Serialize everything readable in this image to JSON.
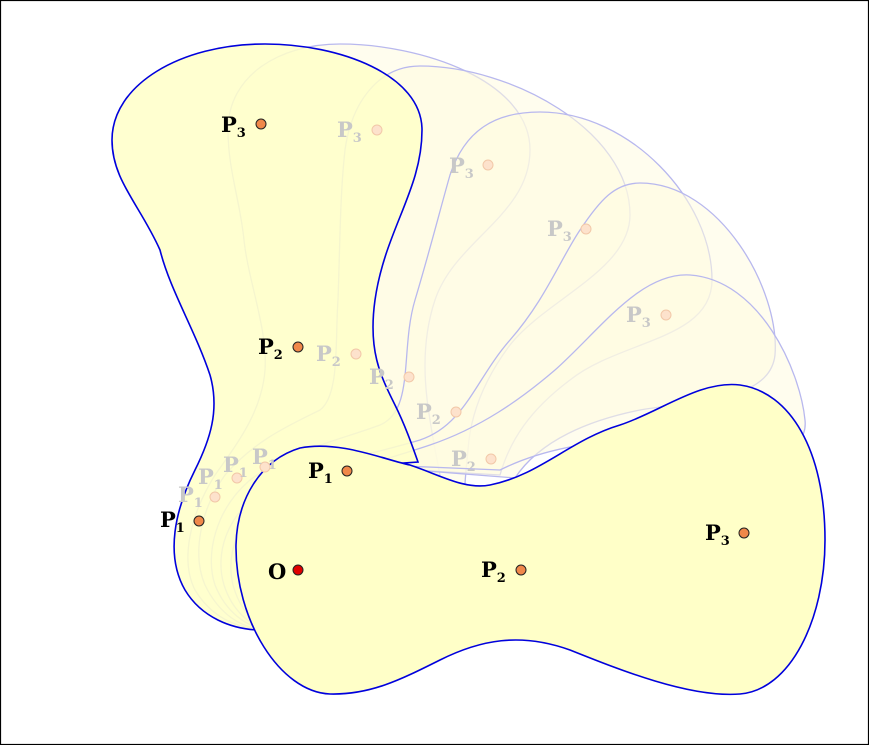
{
  "labels": {
    "origin": "O",
    "p1": "P",
    "p2": "P",
    "p3": "P",
    "sub1": "1",
    "sub2": "2",
    "sub3": "3"
  },
  "colors": {
    "fill": "#ffffc8",
    "outline": "#0000dd",
    "ghost_outline": "#b8b8ee",
    "point": "#f0884a",
    "origin_point": "#e00000",
    "ghost_label": "#c8c8c8"
  }
}
